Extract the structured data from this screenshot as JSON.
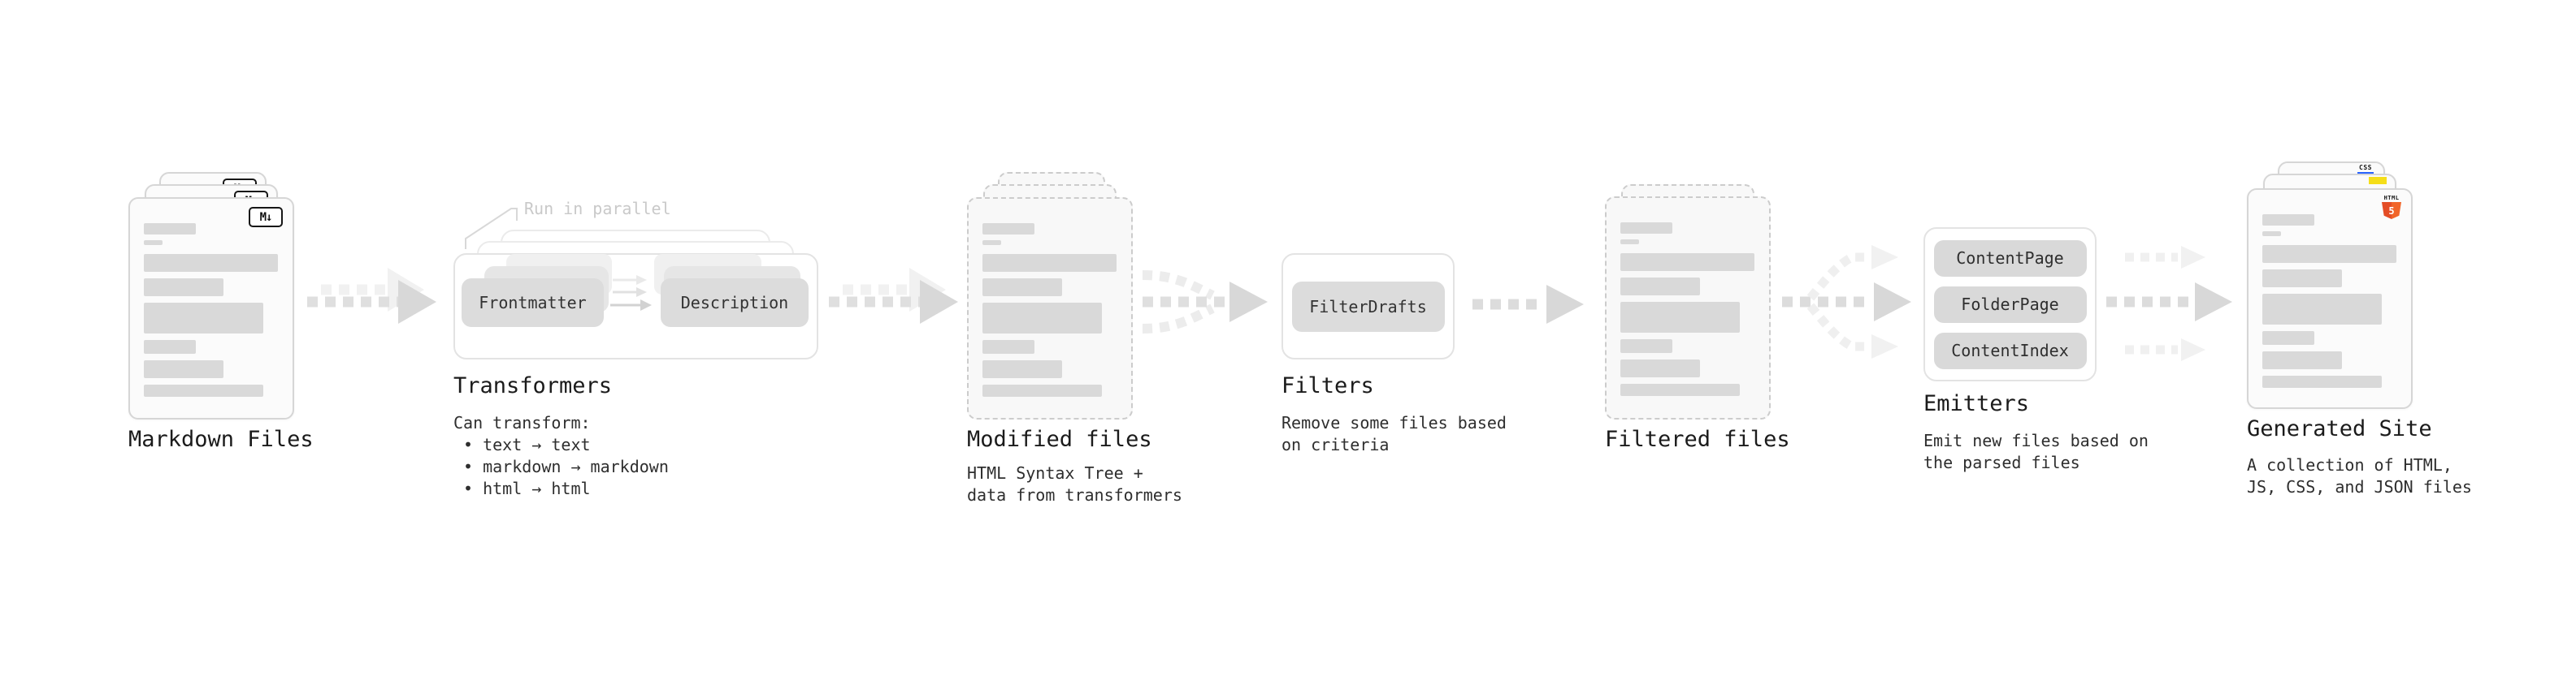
{
  "diagram": {
    "background": "#ffffff",
    "accent_colors": {
      "html5_orange": "#e44d26",
      "html5_orange_light": "#f16529",
      "js_yellow": "#f5de19",
      "css_blue": "#2862ff"
    },
    "stages": {
      "markdown_files": {
        "title": "Markdown Files",
        "badge": "M↓"
      },
      "transformers": {
        "title": "Transformers",
        "annotation": "Run in parallel",
        "pills": [
          "Frontmatter",
          "Description"
        ],
        "desc": [
          "Can transform:",
          "• text → text",
          "• markdown → markdown",
          "• html → html"
        ]
      },
      "modified_files": {
        "title": "Modified files",
        "desc": [
          "HTML Syntax Tree +",
          "data from transformers"
        ]
      },
      "filters": {
        "title": "Filters",
        "pills": [
          "FilterDrafts"
        ],
        "desc": [
          "Remove some files based",
          "on criteria"
        ]
      },
      "filtered_files": {
        "title": "Filtered files"
      },
      "emitters": {
        "title": "Emitters",
        "pills": [
          "ContentPage",
          "FolderPage",
          "ContentIndex"
        ],
        "desc": [
          "Emit new files based on",
          "the parsed files"
        ]
      },
      "generated_site": {
        "title": "Generated Site",
        "desc": [
          "A collection of HTML,",
          "JS, CSS, and JSON files"
        ],
        "badges": {
          "html_word": "HTML",
          "html_number": "5",
          "css_word": "CSS"
        }
      }
    }
  }
}
